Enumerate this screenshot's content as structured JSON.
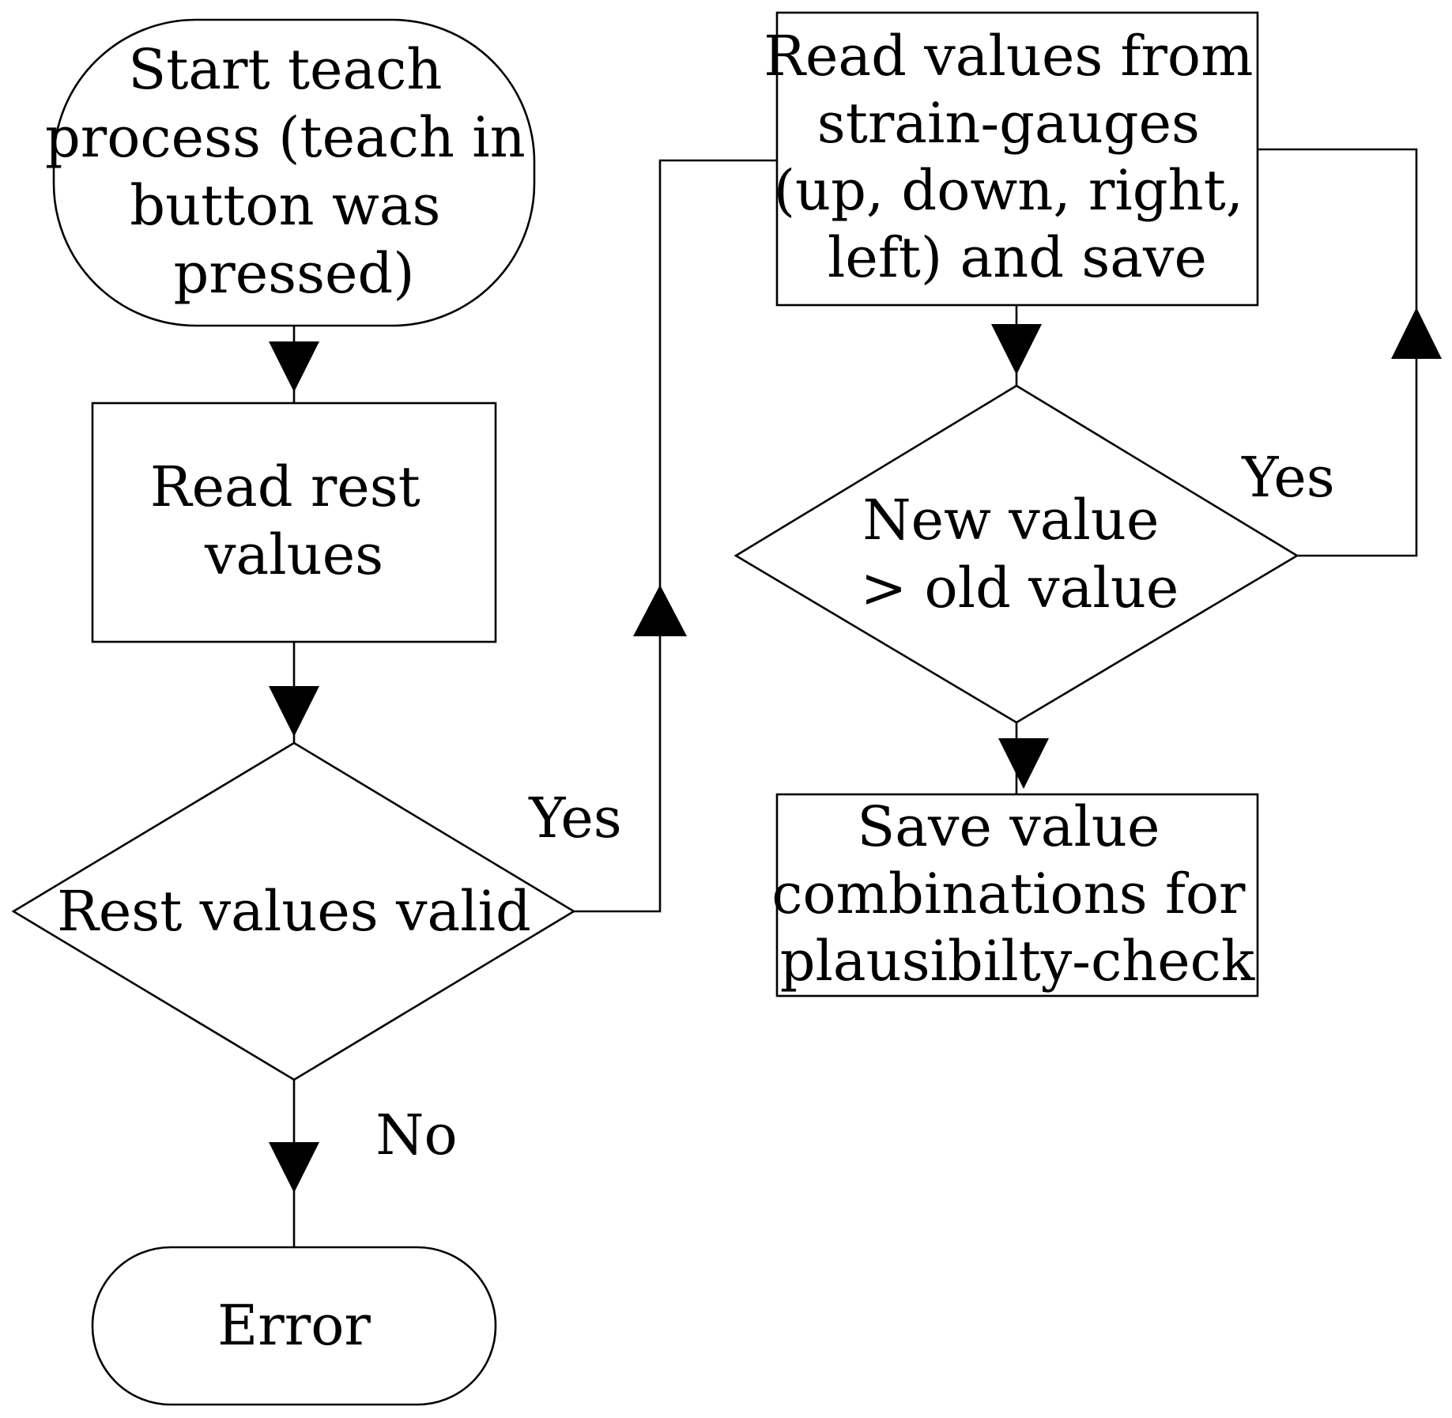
{
  "nodes": {
    "start": {
      "shape": "terminator",
      "lines": [
        "Start teach",
        "process (teach in",
        "button was",
        "pressed)"
      ]
    },
    "read_rest": {
      "shape": "process",
      "lines": [
        "Read rest",
        "values"
      ]
    },
    "rest_valid": {
      "shape": "decision",
      "lines": [
        "Rest values valid"
      ]
    },
    "error": {
      "shape": "terminator",
      "lines": [
        "Error"
      ]
    },
    "read_gauges": {
      "shape": "process",
      "lines": [
        "Read values from",
        "strain-gauges",
        "(up, down, right,",
        "left) and save"
      ]
    },
    "new_gt_old": {
      "shape": "decision",
      "lines": [
        "New value",
        "> old value"
      ]
    },
    "save_combos": {
      "shape": "process",
      "lines": [
        "Save value",
        "combinations for",
        "plausibilty-check"
      ]
    }
  },
  "edges": {
    "rest_valid_yes": {
      "label": "Yes"
    },
    "rest_valid_no": {
      "label": "No"
    },
    "new_gt_old_yes": {
      "label": "Yes"
    }
  },
  "colors": {
    "stroke": "#000000",
    "background": "#ffffff"
  }
}
